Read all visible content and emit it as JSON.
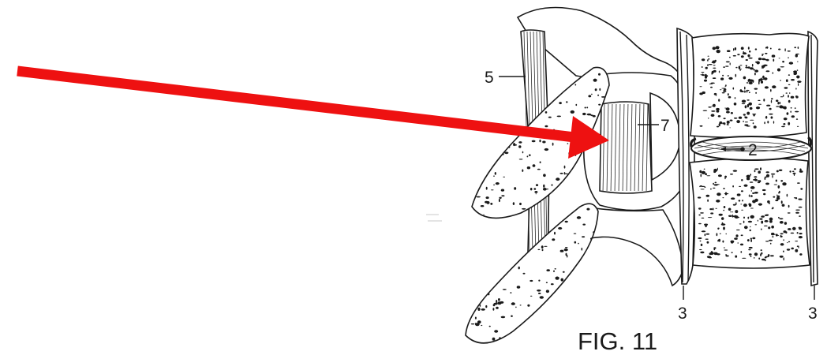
{
  "figure": {
    "caption": "FIG. 11",
    "labels": {
      "ligament_5": "5",
      "ligament_7": "7",
      "disc_2": "2",
      "ligament_3_left": "3",
      "ligament_3_right": "3"
    }
  },
  "colors": {
    "arrow": "#ee1111",
    "ink": "#1a1a1a",
    "background": "#ffffff"
  }
}
